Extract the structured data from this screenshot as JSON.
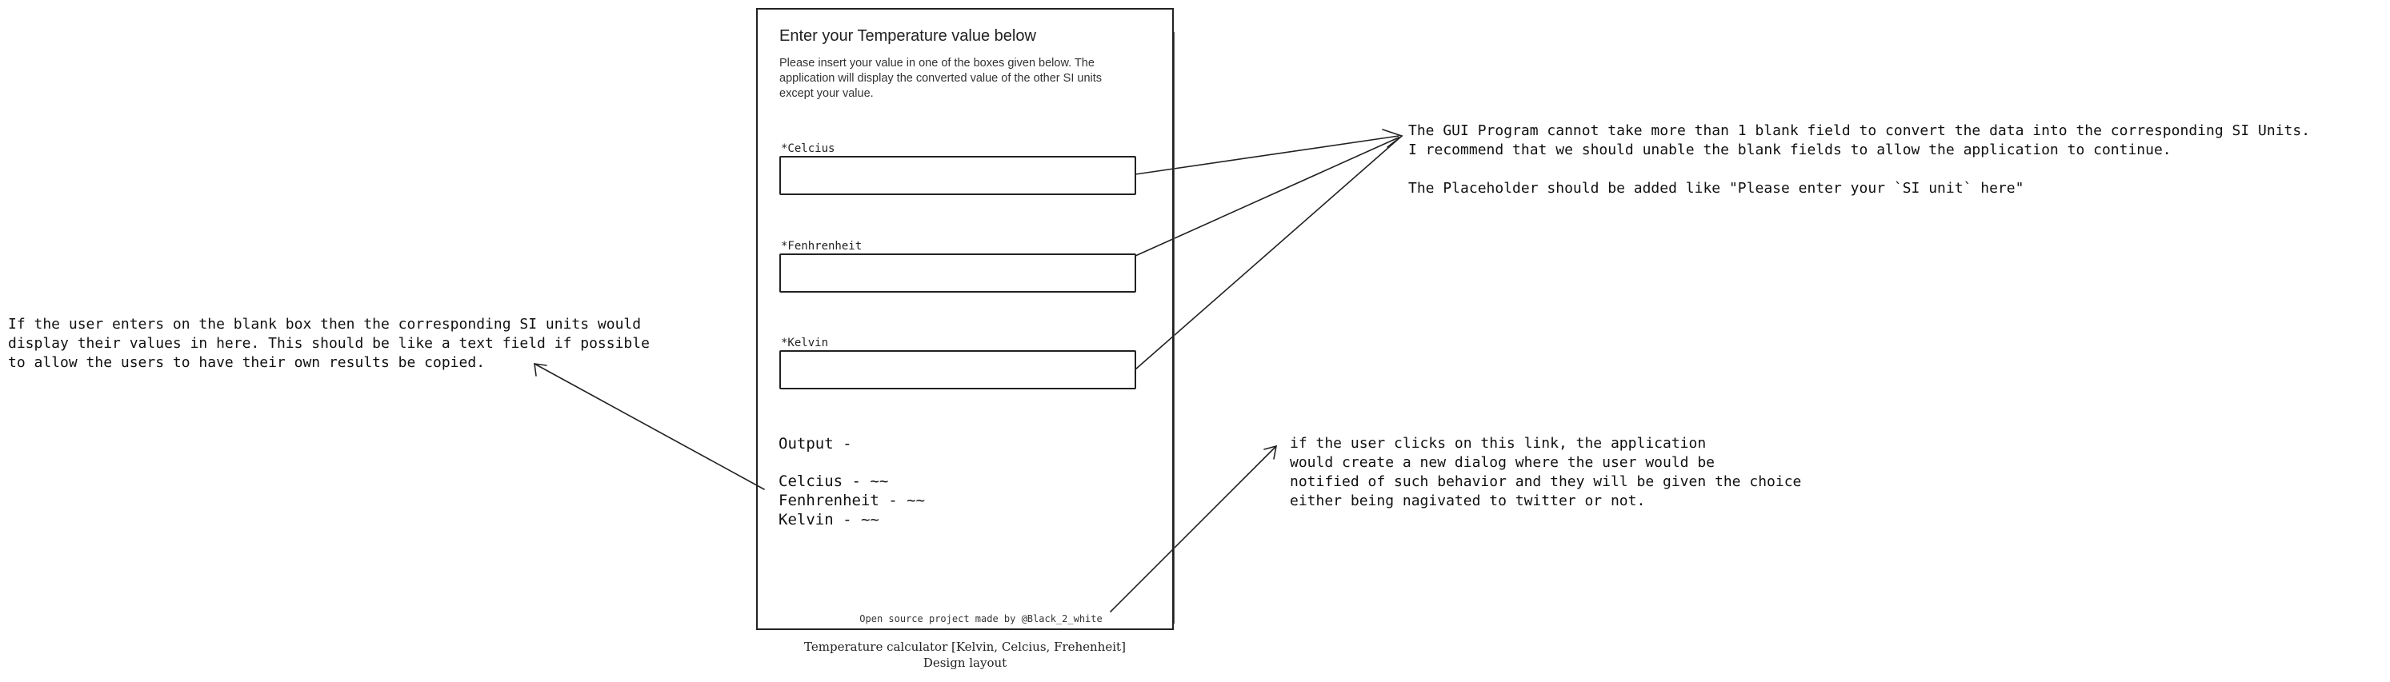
{
  "app": {
    "title": "Enter your Temperature value below",
    "description": "Please insert your value in one of the boxes given below. The application will display the converted value of the other SI units except your value.",
    "fields": [
      {
        "label": "*Celcius",
        "value": ""
      },
      {
        "label": "*Fenhrenheit",
        "value": ""
      },
      {
        "label": "*Kelvin",
        "value": ""
      }
    ],
    "output": {
      "title": "Output -",
      "lines": [
        "Celcius - ~~",
        "Fenhrenheit - ~~",
        "Kelvin - ~~"
      ]
    },
    "footer": "Open source project made by @Black_2_white"
  },
  "caption": {
    "line1": "Temperature calculator [Kelvin, Celcius, Frehenheit]",
    "line2": "Design layout"
  },
  "notes": {
    "left": "If the user enters on the blank box then the corresponding SI units would\ndisplay their values in here. This should be like a text field if possible\nto allow the users to have their own results be copied.",
    "right_top": "The GUI Program cannot take more than 1 blank field to convert the data into the corresponding SI Units.\nI recommend that we should unable the blank fields to allow the application to continue.\n\nThe Placeholder should be added like \"Please enter your `SI unit` here\"",
    "right_bottom": "if the user clicks on this link, the application\nwould create a new dialog where the user would be\nnotified of such behavior and they will be given the choice\neither being nagivated to twitter or not."
  }
}
